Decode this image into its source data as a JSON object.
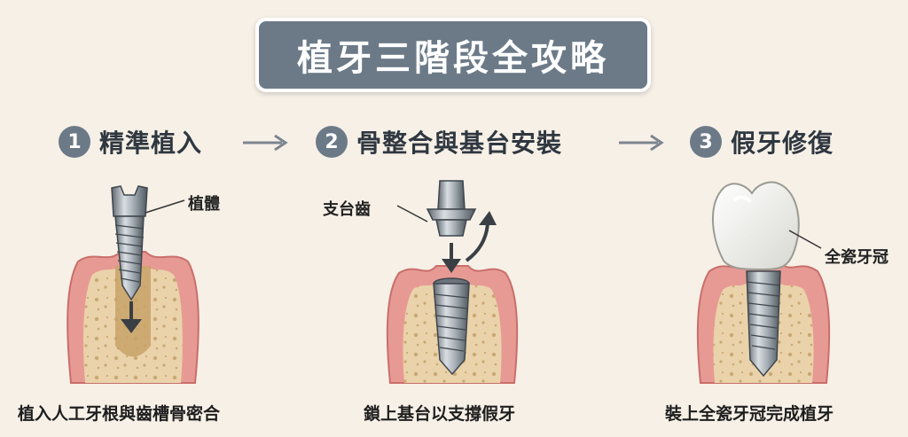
{
  "title": "植牙三階段全攻略",
  "steps": [
    {
      "number": "1",
      "title": "精準植入",
      "label": "植體",
      "caption": "植入人工牙根與齒槽骨密合"
    },
    {
      "number": "2",
      "title": "骨整合與基台安裝",
      "label": "支台齒",
      "caption": "鎖上基台以支撐假牙"
    },
    {
      "number": "3",
      "title": "假牙修復",
      "label": "全瓷牙冠",
      "caption": "裝上全瓷牙冠完成植牙"
    }
  ],
  "colors": {
    "accent": "#6c7a88",
    "background": "#f6f0e7",
    "gum": "#e79a94",
    "bone": "#ead3aa",
    "metal": "#9ba3ab",
    "arrow": "#7d8590"
  },
  "icons": [
    "arrow-right-icon",
    "arrow-down-icon",
    "curved-arrow-up-icon"
  ]
}
